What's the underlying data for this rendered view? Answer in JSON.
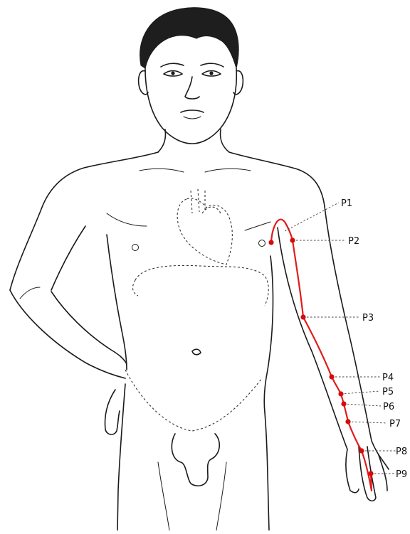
{
  "figure": {
    "points": [
      {
        "label": "P1"
      },
      {
        "label": "P2"
      },
      {
        "label": "P3"
      },
      {
        "label": "P4"
      },
      {
        "label": "P5"
      },
      {
        "label": "P6"
      },
      {
        "label": "P7"
      },
      {
        "label": "P8"
      },
      {
        "label": "P9"
      }
    ],
    "colors": {
      "meridian": "#e21b1b",
      "point": "#d40c0c",
      "ink": "#1a1a1a"
    }
  }
}
